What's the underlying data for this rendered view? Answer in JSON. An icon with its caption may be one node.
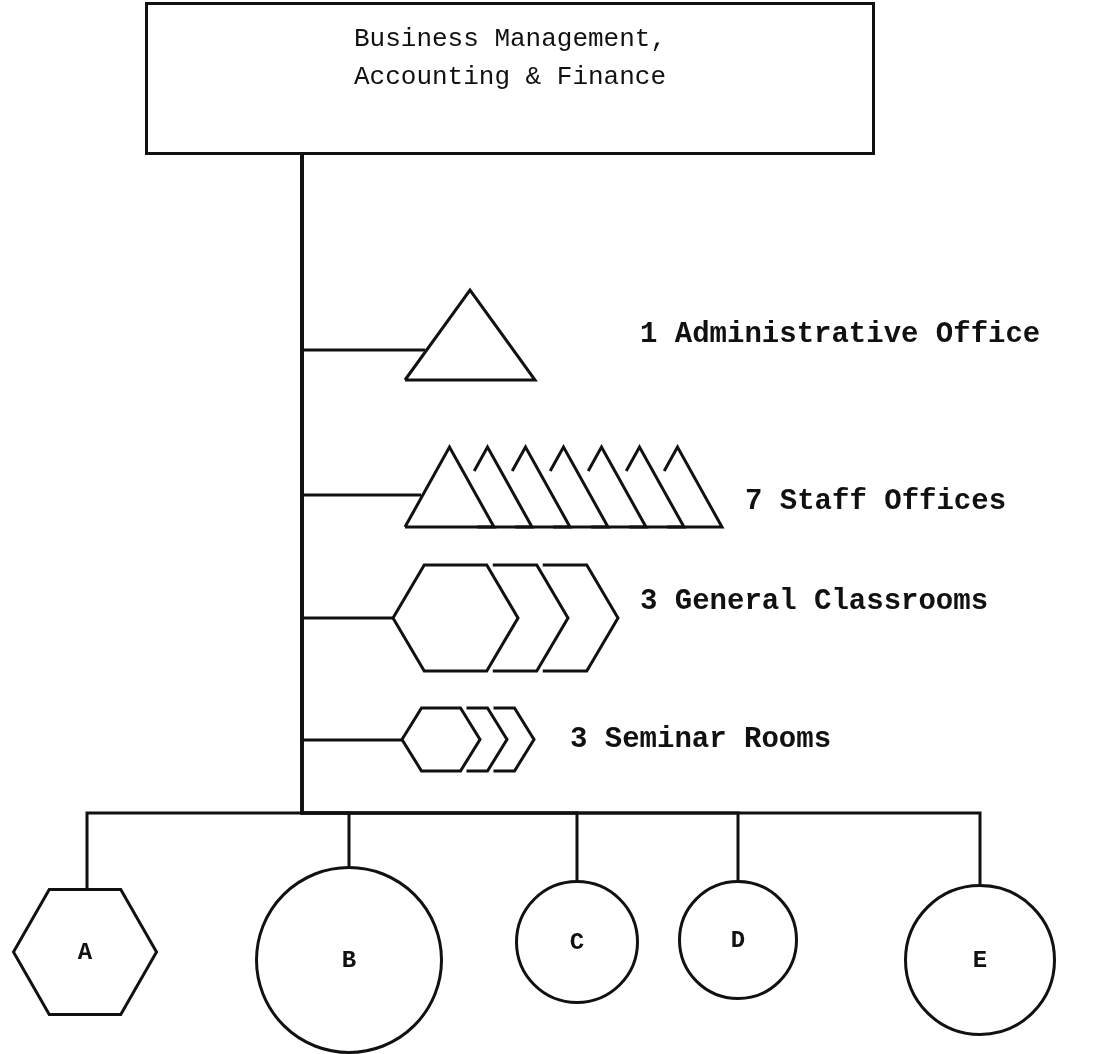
{
  "diagram": {
    "nodes": [
      {
        "text": [
          "Business Management, Accounting & Finance"
        ]
      },
      {
        "text": [],
        "shape": "triangle",
        "beside": [
          "1 Administrative Office"
        ]
      },
      {
        "text": [],
        "shape": "triangle",
        "beside": [
          "7 Staff Offices"
        ]
      },
      {
        "text": [],
        "shape": "hexagon",
        "beside": [
          "3 General Classrooms"
        ]
      },
      {
        "text": [],
        "shape": "hexagon",
        "beside": [
          "3 Seminar Rooms"
        ]
      },
      {
        "text": [
          "A"
        ]
      },
      {
        "text": [
          "B"
        ]
      },
      {
        "text": [
          "C"
        ]
      },
      {
        "text": [
          "D"
        ]
      },
      {
        "text": [
          "E"
        ]
      }
    ],
    "edges": [
      {
        "from": 0,
        "to": 1,
        "arrow": "none"
      },
      {
        "from": 0,
        "to": 2,
        "arrow": "none"
      },
      {
        "from": 0,
        "to": 3,
        "arrow": "none"
      },
      {
        "from": 0,
        "to": 4,
        "arrow": "none"
      },
      {
        "from": 0,
        "to": 5,
        "arrow": "none"
      },
      {
        "from": 0,
        "to": 6,
        "arrow": "none"
      },
      {
        "from": 0,
        "to": 7,
        "arrow": "none"
      },
      {
        "from": 0,
        "to": 8,
        "arrow": "none"
      },
      {
        "from": 0,
        "to": 9,
        "arrow": "none"
      }
    ]
  }
}
